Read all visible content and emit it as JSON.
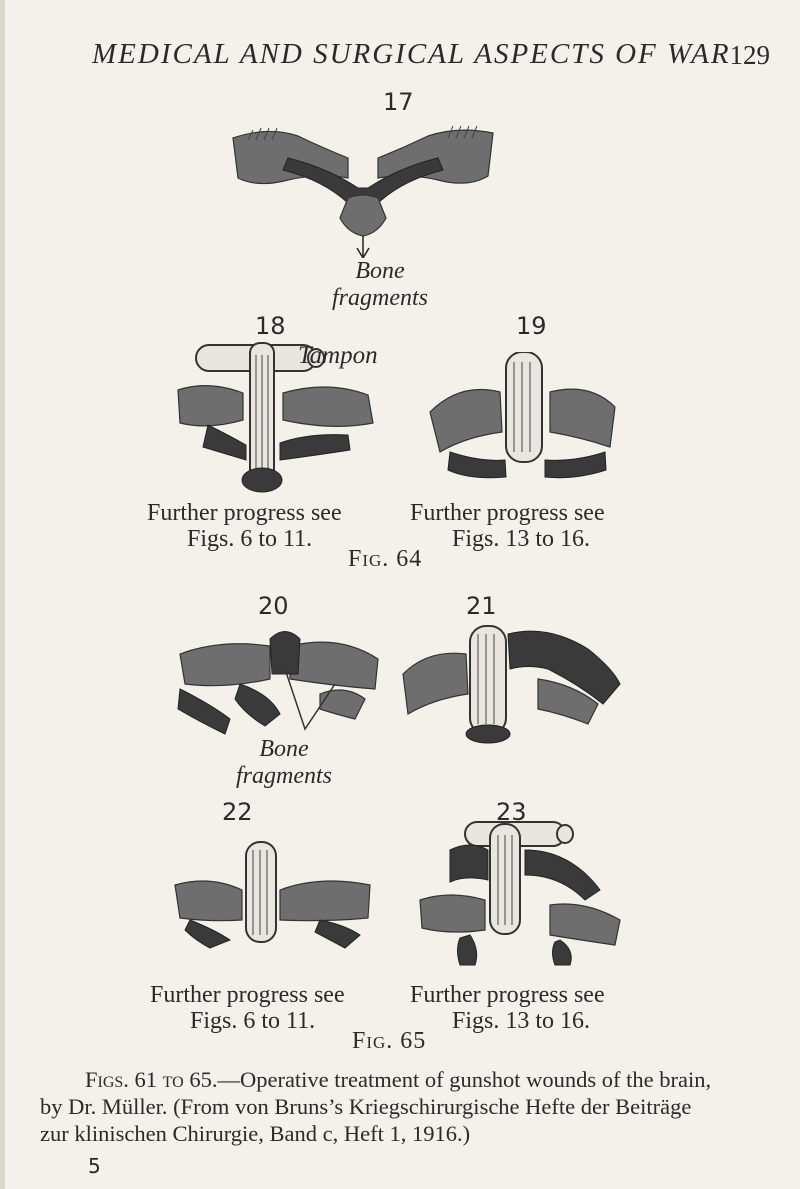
{
  "header": {
    "running_title": "MEDICAL AND SURGICAL ASPECTS OF WAR",
    "page_number": "129"
  },
  "figures": {
    "f17": {
      "number": "17",
      "label_line1": "Bone",
      "label_line2": "fragments"
    },
    "f18": {
      "number": "18",
      "label": "Tampon"
    },
    "f19": {
      "number": "19"
    },
    "fig64": {
      "left_progress_line1": "Further progress see",
      "left_progress_line2": "Figs. 6 to 11.",
      "right_progress_line1": "Further progress see",
      "right_progress_line2": "Figs. 13 to 16.",
      "title": "Fig. 64"
    },
    "f20": {
      "number": "20",
      "label_line1": "Bone",
      "label_line2": "fragments"
    },
    "f21": {
      "number": "21"
    },
    "f22": {
      "number": "22"
    },
    "f23": {
      "number": "23"
    },
    "fig65": {
      "left_progress_line1": "Further progress see",
      "left_progress_line2": "Figs. 6 to 11.",
      "right_progress_line1": "Further progress see",
      "right_progress_line2": "Figs. 13 to 16.",
      "title": "Fig. 65"
    }
  },
  "caption": {
    "lead": "Figs. 61 to 65.",
    "line1": "—Operative treatment of gunshot wounds of the brain,",
    "line2": "by Dr. Müller. (From von Bruns’s Kriegschirurgische Hefte der Beiträge",
    "line3": "zur klinischen Chirurgie, Band c, Heft 1, 1916.)"
  },
  "footer": {
    "signature_mark": "5"
  },
  "colors": {
    "paper": "#f4f1eb",
    "ink": "#2a2a2a",
    "bone_gray": "#6e6e6e"
  }
}
